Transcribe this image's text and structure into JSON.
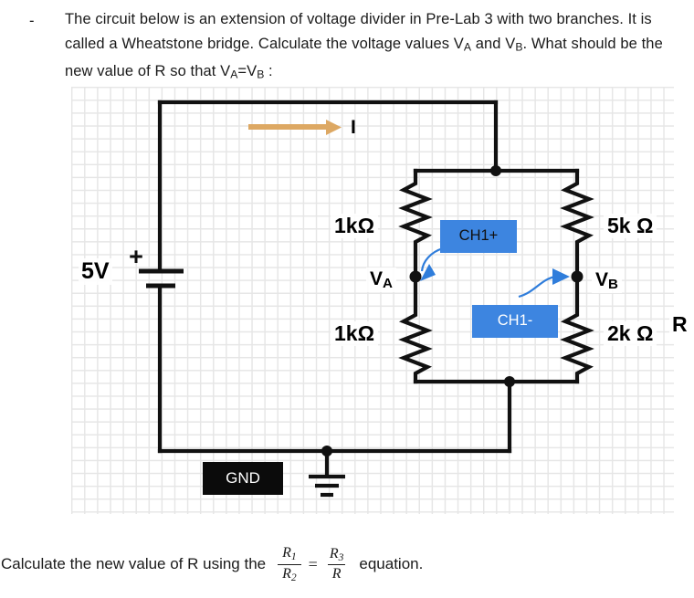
{
  "question": {
    "bullet": "-",
    "line1": "The circuit below is an extension of voltage divider in Pre-Lab 3 with two",
    "line2_a": "branches. It is called a Wheatstone bridge. Calculate the voltage values V",
    "line2_sub": "A",
    "line3_a": "and V",
    "line3_sub1": "B",
    "line3_b": ". What should be the new value of R so that V",
    "line3_sub2": "A",
    "line3_c": "=V",
    "line3_sub3": "B",
    "line3_d": " :"
  },
  "circuit": {
    "source_label": "5V",
    "source_polarity": "+",
    "current_label": "I",
    "resistors": {
      "top_left": "1kΩ",
      "bottom_left": "1kΩ",
      "top_right": "5k Ω",
      "bottom_right": "2k Ω",
      "variable": "R"
    },
    "nodes": {
      "va_label": "V",
      "va_sub": "A",
      "vb_label": "V",
      "vb_sub": "B"
    },
    "probes": {
      "positive": "CH1+",
      "negative": "CH1-"
    },
    "ground_label": "GND",
    "colors": {
      "wire": "#111111",
      "current_arrow": "#dda863",
      "probe_box": "#3d85e0",
      "probe_arrow": "#2f7ddb",
      "gnd_box": "#0b0b0b",
      "grid_line": "#e6e6e6"
    }
  },
  "footer": {
    "lead_text": "Calculate the new value of R using the",
    "equation": {
      "left_num": "R",
      "left_num_sub": "1",
      "left_den": "R",
      "left_den_sub": "2",
      "equals": "=",
      "right_num": "R",
      "right_num_sub": "3",
      "right_den": "R"
    },
    "trail_text": "equation."
  }
}
